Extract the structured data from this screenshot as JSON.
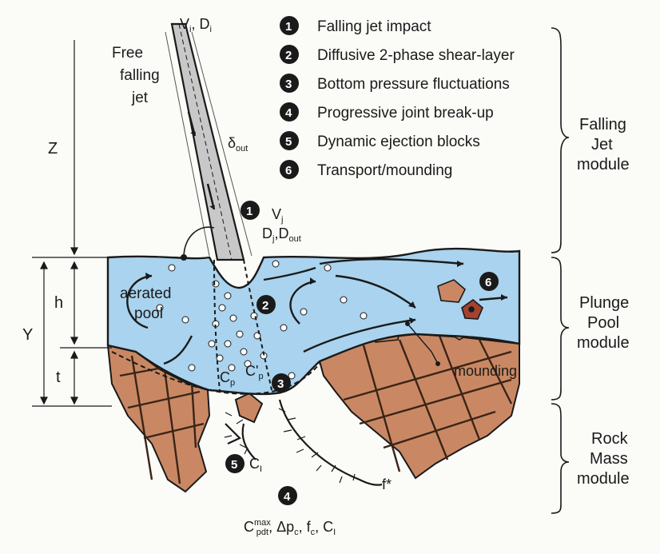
{
  "jet_top_label": "V_i, D_i",
  "jet_top_main": "V",
  "jet_top_sub": "i",
  "jet_top_sep": ", D",
  "jet_top_sub2": "i",
  "free_jet_label": [
    "Free",
    "falling",
    "jet"
  ],
  "delta_out_main": "δ",
  "delta_out_sub": "out",
  "legend": [
    {
      "num": "1",
      "text": "Falling jet impact"
    },
    {
      "num": "2",
      "text": "Diffusive 2-phase shear-layer"
    },
    {
      "num": "3",
      "text": "Bottom pressure fluctuations"
    },
    {
      "num": "4",
      "text": "Progressive joint break-up"
    },
    {
      "num": "5",
      "text": "Dynamic ejection blocks"
    },
    {
      "num": "6",
      "text": "Transport/mounding"
    }
  ],
  "modules": {
    "falling_jet": [
      "Falling",
      "Jet",
      "module"
    ],
    "plunge_pool": [
      "Plunge",
      "Pool",
      "module"
    ],
    "rock_mass": [
      "Rock",
      "Mass",
      "module"
    ]
  },
  "dimensions": {
    "z": "Z",
    "y": "Y",
    "h": "h",
    "t": "t"
  },
  "impact": {
    "vj": "V",
    "vj_sub": "j",
    "dj": "D",
    "dj_sub": "j",
    "dout_sep": ",D",
    "dout_sub": "out"
  },
  "pool_label": [
    "aerated",
    "pool"
  ],
  "mounding_label": "mounding",
  "coefficients": {
    "cp": "C",
    "cp_sub": "p",
    "cp2": "C'",
    "cp2_sub": "p",
    "ci": "C",
    "ci_sub": "I",
    "fstar": "f*",
    "bottom_c": "C",
    "bottom_sup": "max",
    "bottom_sub": "pdt",
    "bottom_rest": ", Δp",
    "bottom_rest_sub": "c",
    "bottom_ft": ", f",
    "bottom_ft_sub": "c",
    "bottom_ci": ", C",
    "bottom_ci_sub": "I"
  },
  "colors": {
    "water": "#a9d3ee",
    "rock": "#c98863",
    "rock_dark": "#a4422f",
    "ink": "#1a1a1a"
  }
}
